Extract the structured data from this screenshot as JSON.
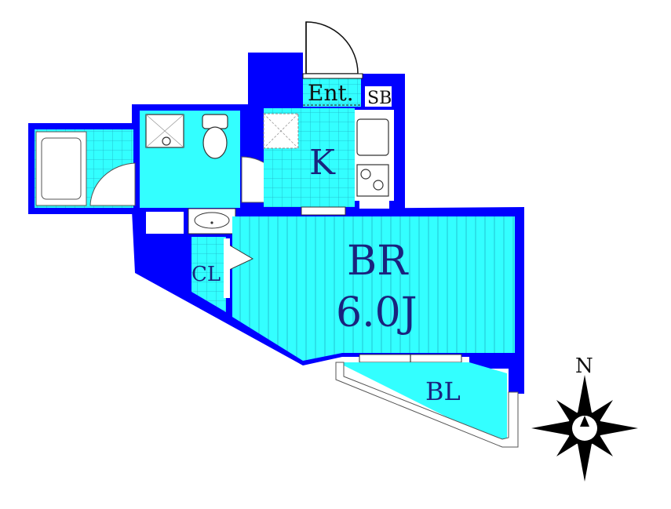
{
  "rooms": {
    "entrance": "Ent.",
    "shoe_box": "SB",
    "kitchen": "K",
    "bedroom": "BR",
    "bedroom_size": "6.0J",
    "closet": "CL",
    "balcony": "BL"
  },
  "compass": {
    "north": "N"
  },
  "colors": {
    "wall": "#0000ff",
    "floor": "#33ffff",
    "fixture": "#ffffff",
    "line": "#000000"
  }
}
